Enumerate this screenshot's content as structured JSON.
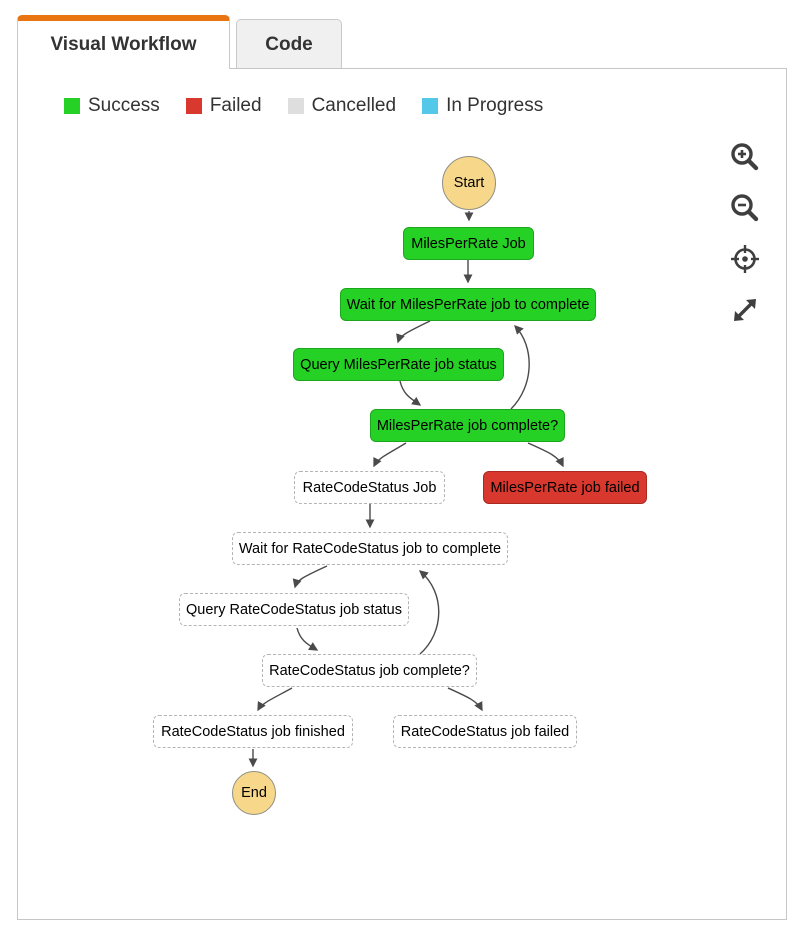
{
  "tabs": [
    {
      "label": "Visual Workflow",
      "active": true
    },
    {
      "label": "Code",
      "active": false
    }
  ],
  "accent_color": "#e87511",
  "legend": [
    {
      "label": "Success",
      "color": "#25d125"
    },
    {
      "label": "Failed",
      "color": "#d8382e"
    },
    {
      "label": "Cancelled",
      "color": "#dedede"
    },
    {
      "label": "In Progress",
      "color": "#53c8e9"
    }
  ],
  "toolbar": {
    "icons": [
      "zoom-in",
      "zoom-out",
      "center-target",
      "expand"
    ]
  },
  "diagram": {
    "nodes": [
      {
        "id": "start",
        "label": "Start",
        "status": "terminal"
      },
      {
        "id": "miles-job",
        "label": "MilesPerRate Job",
        "status": "success"
      },
      {
        "id": "wait-miles",
        "label": "Wait for MilesPerRate job to complete",
        "status": "success"
      },
      {
        "id": "query-miles",
        "label": "Query MilesPerRate job status",
        "status": "success"
      },
      {
        "id": "miles-complete",
        "label": "MilesPerRate job complete?",
        "status": "success"
      },
      {
        "id": "ratecode-job",
        "label": "RateCodeStatus Job",
        "status": "not-started"
      },
      {
        "id": "miles-failed",
        "label": "MilesPerRate job failed",
        "status": "failed"
      },
      {
        "id": "wait-ratecode",
        "label": "Wait for RateCodeStatus job to complete",
        "status": "not-started"
      },
      {
        "id": "query-ratecode",
        "label": "Query RateCodeStatus job status",
        "status": "not-started"
      },
      {
        "id": "ratecode-complete",
        "label": "RateCodeStatus job complete?",
        "status": "not-started"
      },
      {
        "id": "ratecode-finished",
        "label": "RateCodeStatus job finished",
        "status": "not-started"
      },
      {
        "id": "ratecode-failed",
        "label": "RateCodeStatus job failed",
        "status": "not-started"
      },
      {
        "id": "end",
        "label": "End",
        "status": "terminal"
      }
    ],
    "edges": [
      {
        "from": "start",
        "to": "miles-job"
      },
      {
        "from": "miles-job",
        "to": "wait-miles"
      },
      {
        "from": "wait-miles",
        "to": "query-miles"
      },
      {
        "from": "query-miles",
        "to": "miles-complete"
      },
      {
        "from": "miles-complete",
        "to": "wait-miles"
      },
      {
        "from": "miles-complete",
        "to": "ratecode-job"
      },
      {
        "from": "miles-complete",
        "to": "miles-failed"
      },
      {
        "from": "ratecode-job",
        "to": "wait-ratecode"
      },
      {
        "from": "wait-ratecode",
        "to": "query-ratecode"
      },
      {
        "from": "query-ratecode",
        "to": "ratecode-complete"
      },
      {
        "from": "ratecode-complete",
        "to": "wait-ratecode"
      },
      {
        "from": "ratecode-complete",
        "to": "ratecode-finished"
      },
      {
        "from": "ratecode-complete",
        "to": "ratecode-failed"
      },
      {
        "from": "ratecode-finished",
        "to": "end"
      }
    ]
  }
}
